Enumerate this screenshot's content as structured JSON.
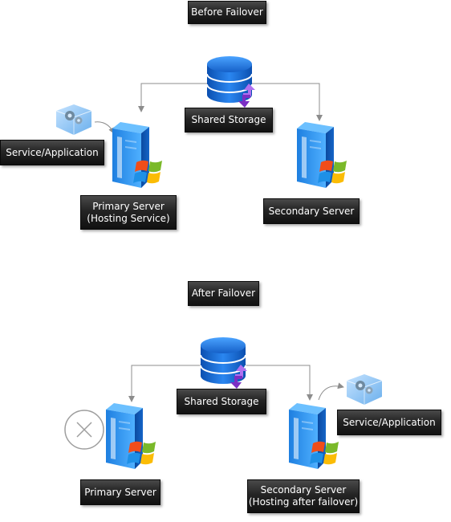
{
  "before": {
    "title": "Before Failover",
    "storage_label": "Shared Storage",
    "service_label": "Service/Application",
    "primary": {
      "line1": "Primary Server",
      "line2": "(Hosting Service)"
    },
    "secondary": {
      "line1": "Secondary Server"
    }
  },
  "after": {
    "title": "After Failover",
    "storage_label": "Shared Storage",
    "service_label": "Service/Application",
    "primary": {
      "line1": "Primary Server"
    },
    "secondary": {
      "line1": "Secondary Server",
      "line2": "(Hosting after failover)"
    }
  },
  "colors": {
    "label_bg": "#1e1e1e",
    "storage_blue": "#1e6fd0",
    "server_blue": "#2b8ce8",
    "connector": "#8c8c8c",
    "sync_arrow": "#9a4ee0",
    "failed_marker": "#9e9e9e"
  },
  "icons": {
    "storage": "database-icon",
    "server": "server-windows-icon",
    "service": "service-gear-cube-icon",
    "failed": "failed-x-icon"
  }
}
